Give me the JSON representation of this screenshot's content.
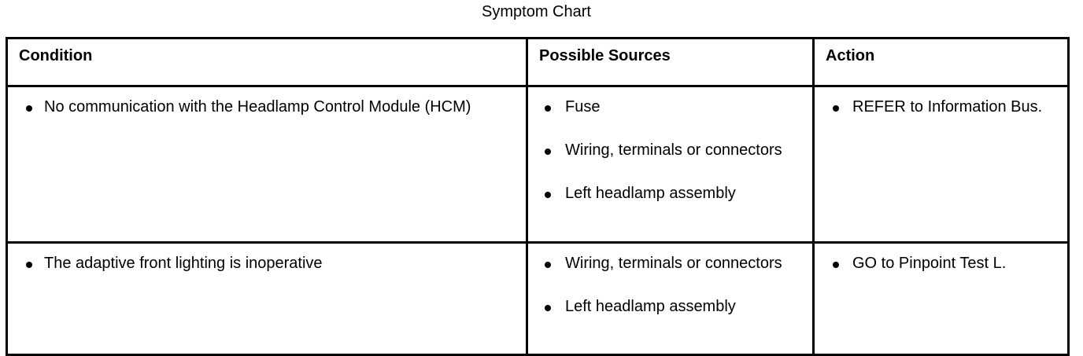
{
  "chart_data": {
    "type": "table",
    "title": "Symptom Chart",
    "columns": [
      "Condition",
      "Possible Sources",
      "Action"
    ],
    "rows": [
      {
        "condition": [
          "No communication with the Headlamp Control Module (HCM)"
        ],
        "sources": [
          "Fuse",
          "Wiring, terminals or connectors",
          "Left headlamp assembly"
        ],
        "action": [
          "REFER to Information Bus."
        ]
      },
      {
        "condition": [
          "The adaptive front lighting is inoperative"
        ],
        "sources": [
          "Wiring, terminals or connectors",
          "Left headlamp assembly"
        ],
        "action": [
          "GO to Pinpoint Test L."
        ]
      }
    ]
  },
  "title": "Symptom Chart",
  "table": {
    "headers": {
      "condition": "Condition",
      "sources": "Possible Sources",
      "action": "Action"
    },
    "rows": [
      {
        "condition_items": [
          "No communication with the Headlamp Control Module (HCM)"
        ],
        "source_items": [
          "Fuse",
          "Wiring, terminals or connectors",
          "Left headlamp assembly"
        ],
        "action_items": [
          "REFER to Information Bus."
        ]
      },
      {
        "condition_items": [
          "The adaptive front lighting is inoperative"
        ],
        "source_items": [
          "Wiring, terminals or connectors",
          "Left headlamp assembly"
        ],
        "action_items": [
          "GO to Pinpoint Test L."
        ]
      }
    ]
  },
  "colors": {
    "text": "#000000",
    "background": "#ffffff",
    "border": "#000000"
  }
}
